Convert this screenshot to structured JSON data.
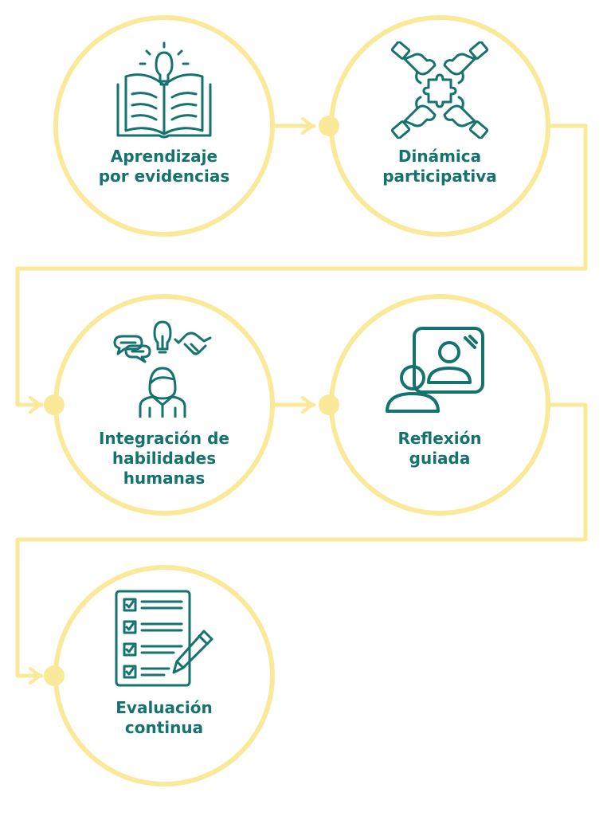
{
  "steps": [
    {
      "label": "Aprendizaje\npor evidencias",
      "icon": "book-lightbulb-icon"
    },
    {
      "label": "Dinámica\nparticipativa",
      "icon": "puzzle-hands-icon"
    },
    {
      "label": "Integración de\nhabilidades\nhumanas",
      "icon": "person-ideas-icon"
    },
    {
      "label": "Reflexión\nguiada",
      "icon": "mirror-reflection-icon"
    },
    {
      "label": "Evaluación\ncontinua",
      "icon": "checklist-pencil-icon"
    }
  ],
  "colors": {
    "ring": "#fbe99a",
    "accent": "#14726f",
    "background": "#ffffff"
  }
}
